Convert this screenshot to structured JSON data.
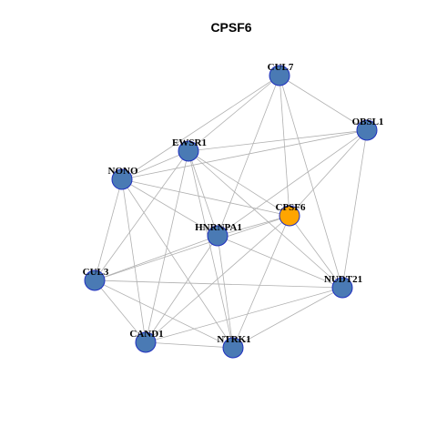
{
  "title": "CPSF6",
  "colors": {
    "node_default": "#4a7ab4",
    "node_focus": "#ffa500",
    "node_border": "#1f2fbf",
    "edge": "#b0b0b0"
  },
  "nodes": [
    {
      "id": "CUL7",
      "label": "CUL7",
      "focus": false
    },
    {
      "id": "OBSL1",
      "label": "OBSL1",
      "focus": false
    },
    {
      "id": "EWSR1",
      "label": "EWSR1",
      "focus": false
    },
    {
      "id": "NONO",
      "label": "NONO",
      "focus": false
    },
    {
      "id": "CPSF6",
      "label": "CPSF6",
      "focus": true
    },
    {
      "id": "HNRNPA1",
      "label": "HNRNPA1",
      "focus": false
    },
    {
      "id": "CUL3",
      "label": "CUL3",
      "focus": false
    },
    {
      "id": "NUDT21",
      "label": "NUDT21",
      "focus": false
    },
    {
      "id": "CAND1",
      "label": "CAND1",
      "focus": false
    },
    {
      "id": "NTRK1",
      "label": "NTRK1",
      "focus": false
    }
  ],
  "edges": [
    [
      "CUL7",
      "OBSL1"
    ],
    [
      "CUL7",
      "EWSR1"
    ],
    [
      "CUL7",
      "NONO"
    ],
    [
      "CUL7",
      "HNRNPA1"
    ],
    [
      "CUL7",
      "CPSF6"
    ],
    [
      "CUL7",
      "NUDT21"
    ],
    [
      "OBSL1",
      "EWSR1"
    ],
    [
      "OBSL1",
      "NONO"
    ],
    [
      "OBSL1",
      "HNRNPA1"
    ],
    [
      "OBSL1",
      "CPSF6"
    ],
    [
      "OBSL1",
      "NUDT21"
    ],
    [
      "EWSR1",
      "NONO"
    ],
    [
      "EWSR1",
      "CPSF6"
    ],
    [
      "EWSR1",
      "HNRNPA1"
    ],
    [
      "EWSR1",
      "NUDT21"
    ],
    [
      "EWSR1",
      "CUL3"
    ],
    [
      "EWSR1",
      "CAND1"
    ],
    [
      "EWSR1",
      "NTRK1"
    ],
    [
      "NONO",
      "HNRNPA1"
    ],
    [
      "NONO",
      "CPSF6"
    ],
    [
      "NONO",
      "CUL3"
    ],
    [
      "NONO",
      "CAND1"
    ],
    [
      "NONO",
      "NTRK1"
    ],
    [
      "CPSF6",
      "HNRNPA1"
    ],
    [
      "CPSF6",
      "CUL3"
    ],
    [
      "CPSF6",
      "NUDT21"
    ],
    [
      "CPSF6",
      "CAND1"
    ],
    [
      "CPSF6",
      "NTRK1"
    ],
    [
      "HNRNPA1",
      "CUL3"
    ],
    [
      "HNRNPA1",
      "NUDT21"
    ],
    [
      "HNRNPA1",
      "CAND1"
    ],
    [
      "HNRNPA1",
      "NTRK1"
    ],
    [
      "CUL3",
      "CAND1"
    ],
    [
      "CUL3",
      "NTRK1"
    ],
    [
      "CUL3",
      "NUDT21"
    ],
    [
      "CAND1",
      "NUDT21"
    ],
    [
      "CAND1",
      "NTRK1"
    ],
    [
      "NTRK1",
      "NUDT21"
    ]
  ]
}
